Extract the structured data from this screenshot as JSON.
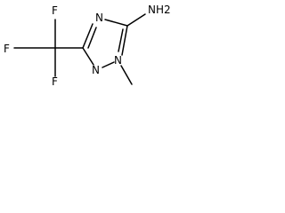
{
  "molecule": {
    "atoms": {
      "ring_n_top": "N",
      "ring_n_bottom": "N",
      "methyl_n": "N",
      "amine": "NH2",
      "fluorine_top": "F",
      "fluorine_left": "F",
      "fluorine_bottom": "F"
    },
    "methyl_label": ""
  }
}
